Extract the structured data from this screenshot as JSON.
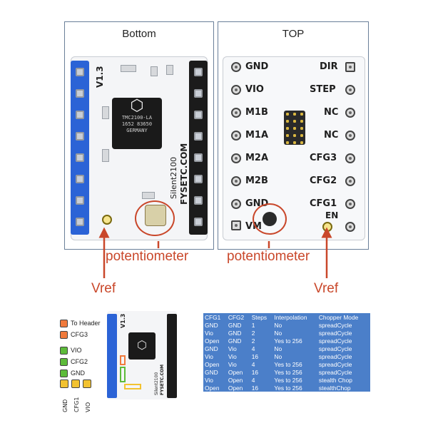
{
  "bottom_panel": {
    "title": "Bottom",
    "version": "V1.3",
    "chip_line1": "TMC2100-LA",
    "chip_line2": "1652 83650",
    "chip_line3": "GERMANY",
    "silkscreen_1": "Silent2100",
    "silkscreen_2": "FYSETC.COM"
  },
  "top_panel": {
    "title": "TOP",
    "left_pins": [
      "GND",
      "VIO",
      "M1B",
      "M1A",
      "M2A",
      "M2B",
      "GND",
      "VM"
    ],
    "right_pins": [
      "DIR",
      "STEP",
      "NC",
      "NC",
      "CFG3",
      "CFG2",
      "CFG1",
      "EN"
    ]
  },
  "callouts": {
    "potentiometer_left": "potentiometer",
    "potentiometer_right": "potentiometer",
    "vref_left": "Vref",
    "vref_right": "Vref"
  },
  "legend": {
    "items": [
      {
        "label": "To Header",
        "color": "#f07a3c"
      },
      {
        "label": "CFG3",
        "color": "#f07a3c"
      },
      {
        "label": "VIO",
        "color": "#5dbb3a"
      },
      {
        "label": "CFG2",
        "color": "#5dbb3a"
      },
      {
        "label": "GND",
        "color": "#5dbb3a"
      }
    ],
    "bottom_labels": [
      "GND",
      "CFG1",
      "VIO"
    ],
    "bottom_color": "#f2c230"
  },
  "mini_board": {
    "version": "V1.3",
    "silkscreen_1": "Silent2100",
    "silkscreen_2": "FYSETC.COM"
  },
  "config_table": {
    "headers": [
      "CFG1",
      "CFG2",
      "Steps",
      "Interpolation",
      "Chopper Mode"
    ],
    "rows": [
      [
        "GND",
        "GND",
        "1",
        "No",
        "spreadCycle"
      ],
      [
        "Vio",
        "GND",
        "2",
        "No",
        "spreadCycle"
      ],
      [
        "Open",
        "GND",
        "2",
        "Yes to 256",
        "spreadCycle"
      ],
      [
        "GND",
        "Vio",
        "4",
        "No",
        "spreadCycle"
      ],
      [
        "Vio",
        "Vio",
        "16",
        "No",
        "spreadCycle"
      ],
      [
        "Open",
        "Vio",
        "4",
        "Yes to 256",
        "spreadCycle"
      ],
      [
        "GND",
        "Open",
        "16",
        "Yes to 256",
        "spreadCycle"
      ],
      [
        "Vio",
        "Open",
        "4",
        "Yes to 256",
        "stealth Chop"
      ],
      [
        "Open",
        "Open",
        "16",
        "Yes to 256",
        "stealthChop"
      ]
    ]
  },
  "colors": {
    "accent_red": "#c9472a",
    "header_blue": "#2b63d6",
    "table_blue": "#4b7fc9"
  }
}
